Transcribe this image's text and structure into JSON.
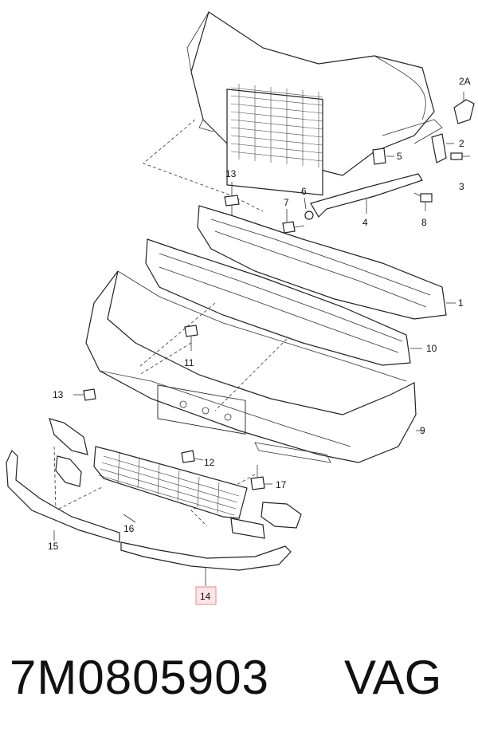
{
  "callouts": {
    "c1": "1",
    "c2": "2",
    "c2a": "2A",
    "c3": "3",
    "c4": "4",
    "c5": "5",
    "c6": "6",
    "c7": "7",
    "c8": "8",
    "c9": "9",
    "c10": "10",
    "c11": "11",
    "c12": "12",
    "c13a": "13",
    "c13b": "13",
    "c14": "14",
    "c15": "15",
    "c16": "16",
    "c17": "17"
  },
  "highlight_color": "#fde4e6",
  "footer": {
    "part_number": "7M0805903",
    "brand": "VAG"
  }
}
